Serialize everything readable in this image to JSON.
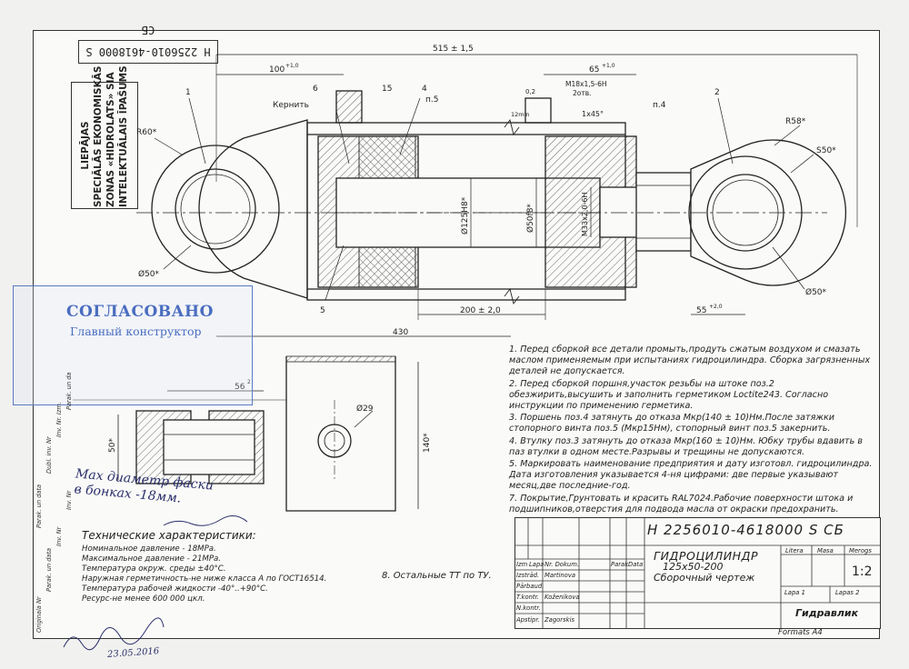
{
  "sheet": {
    "code_reversed": "H 2256010-4618000 S СБ",
    "owner_lines": [
      "LIEPĀJAS",
      "SPECIĀLĀS EKONOMISKĀS",
      "ZONAS «HIDROLATS» SIA",
      "INTELEKTUĀLAIS ĪPAŠUMS"
    ]
  },
  "stamp": {
    "title": "СОГЛАСОВАНО",
    "subtitle": "Главный конструктор"
  },
  "dims": {
    "overall": "515 ± 1,5",
    "d100": "100",
    "d100_tol": "+1,0",
    "d65": "65",
    "d65_tol": "+1,0",
    "thread": "M18x1,5-6H",
    "thread_n": "2отв.",
    "chamfer": "1x45°",
    "tol_02": "0,2",
    "tol_12": "12min",
    "d430": "430",
    "d200": "200 ± 2,0",
    "d55": "55",
    "d55_tol": "+2,0",
    "r60": "R60*",
    "r58": "R58*",
    "s50": "S50*",
    "o50_left": "Ø50*",
    "o50_right": "Ø50*",
    "o125": "Ø125H8*",
    "o50f8": "Ø50f8*",
    "m33": "M33x2,0-6H",
    "kernit": "Кернить",
    "p5": "п.5",
    "p4": "п.4",
    "pos1": "1",
    "pos2": "2",
    "pos4": "4",
    "pos5": "5",
    "pos6": "6",
    "pos15": "15",
    "d56": "56",
    "d56_tol": "2",
    "d50v": "50*",
    "d140": "140*",
    "o29": "Ø29"
  },
  "notes": [
    "1. Перед сборкой все детали промыть,продуть сжатым воздухом и смазать маслом применяемым при испытаниях гидроцилиндра. Сборка загрязненных деталей не допускается.",
    "2. Перед сборкой поршня,участок резьбы на штоке поз.2 обезжирить,высушить и заполнить герметиком Loctite243. Согласно инструкции по применению герметика.",
    "3. Поршень поз.4 затянуть до отказа Мкр(140 ± 10)Нм.После затяжки стопорного винта поз.5 (Мкр15Нм), стопорный винт поз.5 закернить.",
    "4. Втулку поз.3 затянуть до отказа Мкр(160 ± 10)Нм. Юбку трубы вдавить в паз втулки в одном месте.Разрывы и трещины не допускаются.",
    "5. Маркировать наименование предприятия и дату изготовл. гидроцилиндра. Дата изготовления указывается 4-ня цифрами: две первые указывают месяц,две последние-год.",
    "7. Покрытие,Грунтовать и красить RAL7024.Рабочие поверхности штока и подшипников,отверстия для подвода масла от окраски предохранить."
  ],
  "specs": {
    "heading": "Технические характеристики:",
    "lines": [
      "Номинальное давление - 18МPa.",
      "Максимальное давление - 21МPa.",
      "Температура окруж. среды ±40°С.",
      "Наружная герметичность-не ниже класса А по ГОСТ16514.",
      "Температура рабочей жидкости -40°..+90°С.",
      "Ресурс-не менее 600 000 цкл."
    ]
  },
  "tt_note": "8. Остальные ТТ по ТУ.",
  "handwriting": {
    "line1": "Мах диаметр фаски",
    "line2": "в бонках -18мм.",
    "date": "23.05.2016"
  },
  "titleblock": {
    "code": "H 2256010-4618000 S СБ",
    "title1": "ГИДРОЦИЛИНДР",
    "title2": "125x50-200",
    "title3": "Сборочный чертеж",
    "hdr_izm": "Izm",
    "hdr_lapa": "Lapa",
    "hdr_nr": "Nr. Dokum.",
    "hdr_parak": "Parak",
    "hdr_date": "Data",
    "izstr": "Izstrād.",
    "parb": "Pārbaud.",
    "tkontr": "T.kontr.",
    "nkontr": "N.kontr.",
    "apst": "Apstipr.",
    "martinova": "Martinova",
    "kozenikova": "Koženikova",
    "zagorskis": "Zagorskis",
    "litera": "Litera",
    "masa": "Masa",
    "merogs": "Merogs",
    "scale": "1:2",
    "lapa1": "Lapa 1",
    "lapas2": "Lapas 2",
    "org": "Гидравлик"
  },
  "format": "Formats A4",
  "sidecol": [
    "Originala Nr",
    "Parak. un data",
    "Inv. Nr",
    "Inv. Nr",
    "Parak. un data",
    "Dubl. inv. Nr",
    "Inv. Nr. Izm.",
    "Parak. un da"
  ]
}
